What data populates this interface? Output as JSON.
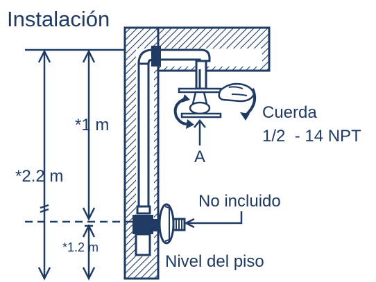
{
  "diagram": {
    "title": "Instalación",
    "labels": {
      "height_total": "*2.2 m",
      "height_one": "*1 m",
      "height_floor": "*1.2 m",
      "thread_title": "Cuerda",
      "thread_spec": "1/2  - 14 NPT",
      "point_a": "A",
      "not_included": "No incluido",
      "floor_level": "Nivel del piso"
    },
    "colors": {
      "ink": "#1f3b63",
      "background": "#ffffff"
    }
  }
}
